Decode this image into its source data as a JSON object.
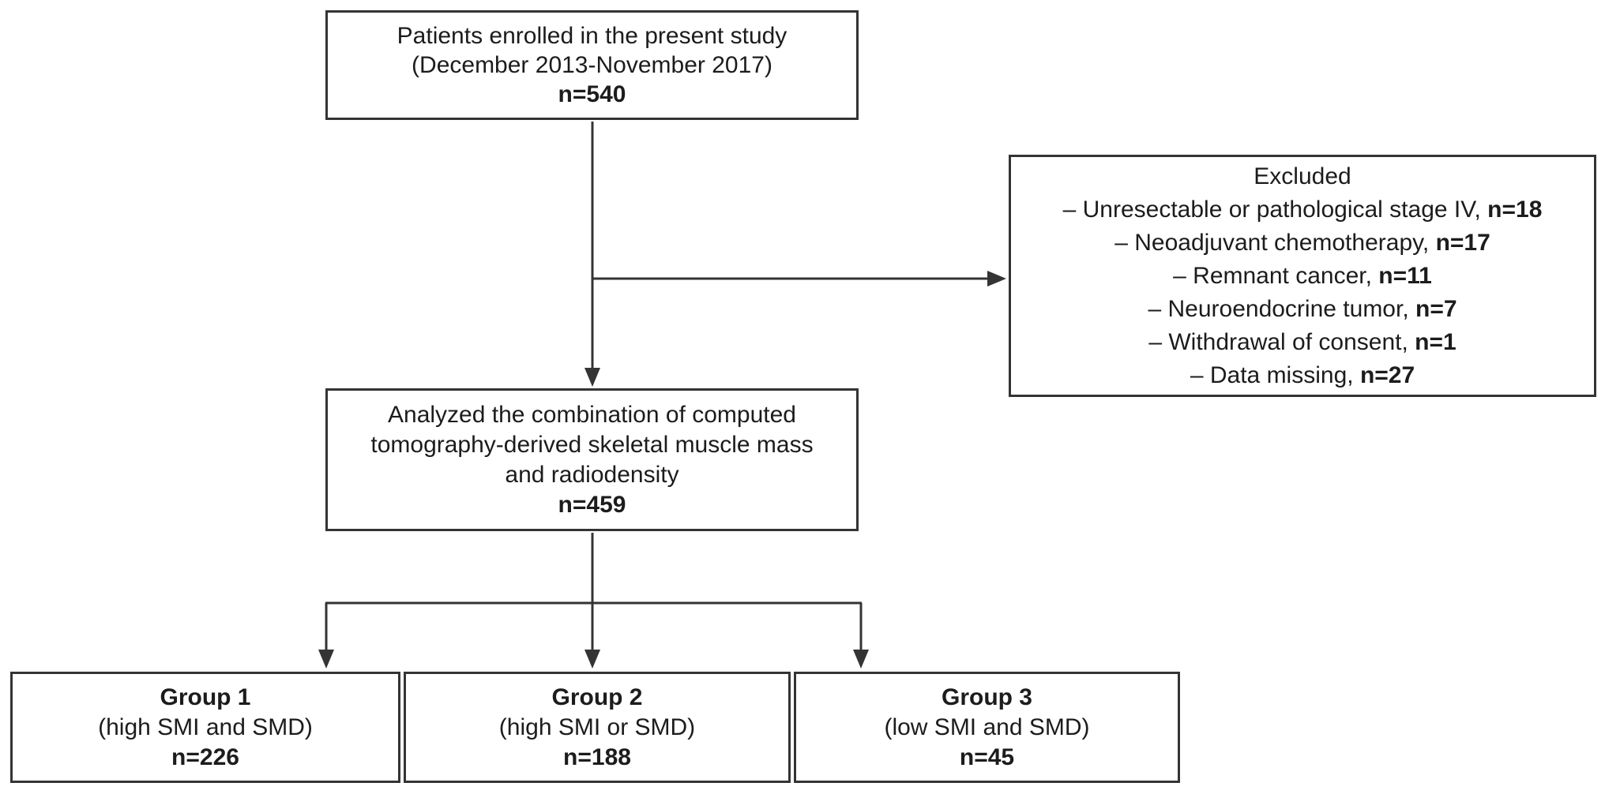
{
  "figure": {
    "background_color": "#ffffff",
    "line_color": "#343434",
    "text_color": "#1c1c1c"
  },
  "boxes": {
    "enrolled": {
      "line1": "Patients enrolled in the present study",
      "line2": "(December 2013-November 2017)",
      "n": "n=540"
    },
    "excluded": {
      "title": "Excluded",
      "items": [
        {
          "text": "– Unresectable or pathological stage IV, ",
          "n": "n=18"
        },
        {
          "text": "– Neoadjuvant chemotherapy, ",
          "n": "n=17"
        },
        {
          "text": "– Remnant cancer, ",
          "n": "n=11"
        },
        {
          "text": "– Neuroendocrine tumor, ",
          "n": "n=7"
        },
        {
          "text": "– Withdrawal of consent, ",
          "n": "n=1"
        },
        {
          "text": "– Data missing, ",
          "n": "n=27"
        }
      ]
    },
    "analyzed": {
      "line1": "Analyzed the combination of computed",
      "line2": "tomography-derived skeletal muscle mass",
      "line3": "and radiodensity",
      "n": "n=459"
    },
    "groups": [
      {
        "title": "Group 1",
        "criteria": "(high SMI and SMD)",
        "n": "n=226"
      },
      {
        "title": "Group 2",
        "criteria": "(high SMI or SMD)",
        "n": "n=188"
      },
      {
        "title": "Group 3",
        "criteria": "(low SMI and SMD)",
        "n": "n=45"
      }
    ]
  }
}
